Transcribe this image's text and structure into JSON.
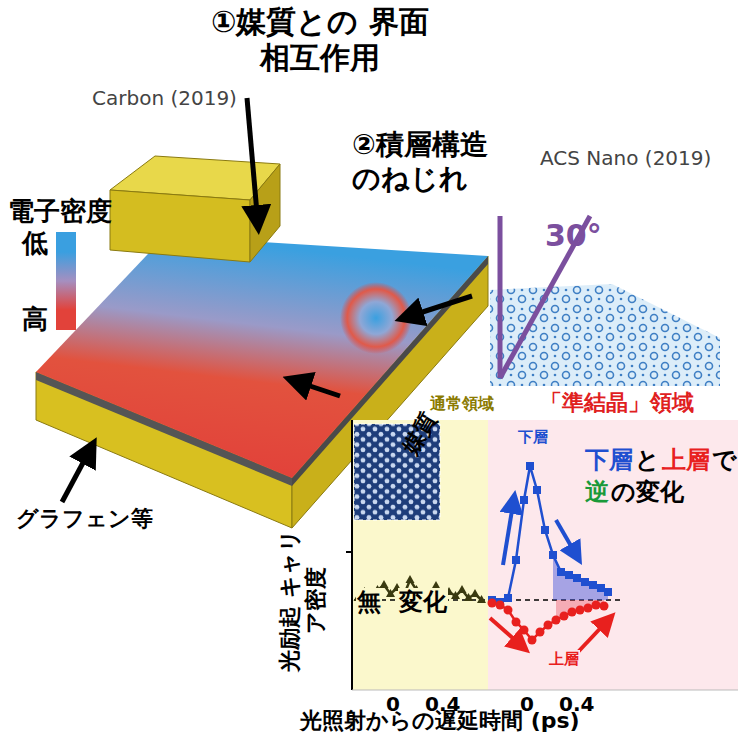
{
  "diagram": {
    "labels": [
      "①媒質との 界面相互作用",
      "Carbon (2019)",
      "②積層構造 のねじれ",
      "ACS Nano (2019)",
      "電子密度",
      "30°",
      "「準結晶」領域",
      "通常領域",
      "媒質",
      "グラフェン等",
      "下層",
      "と",
      "上層",
      "で",
      "逆",
      "の変化",
      "下層",
      "光励起 キャリア密度",
      "無",
      "変化",
      "上層",
      "0",
      "0.4",
      "0",
      "0.4",
      "光照射からの遅延時間 (ps)"
    ],
    "legend": [
      {
        "text": "低",
        "color": "#3a9fe0"
      },
      {
        "text": "高",
        "color": "#e2423a"
      }
    ]
  }
}
